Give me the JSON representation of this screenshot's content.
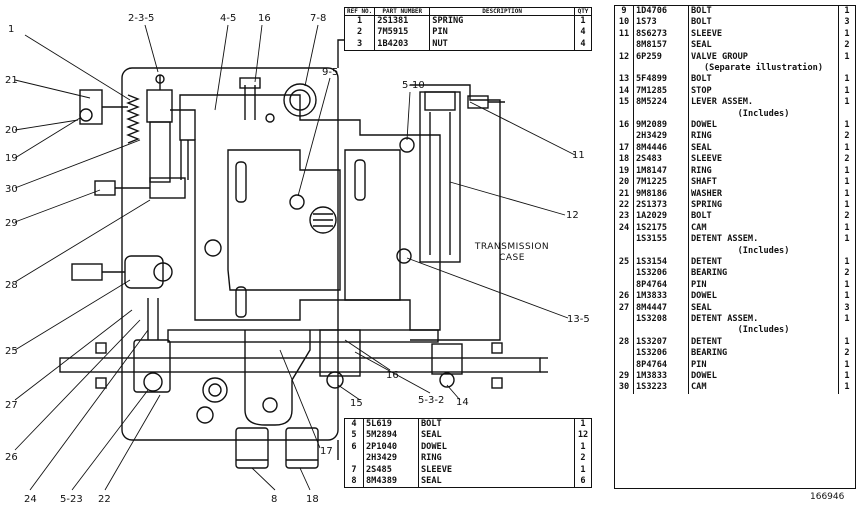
{
  "callouts": [
    {
      "id": "c1",
      "text": "1"
    },
    {
      "id": "c2",
      "text": "2-3-5"
    },
    {
      "id": "c3",
      "text": "4-5"
    },
    {
      "id": "c4",
      "text": "16"
    },
    {
      "id": "c5",
      "text": "7-8"
    },
    {
      "id": "c6",
      "text": "9-5"
    },
    {
      "id": "c7",
      "text": "5-10"
    },
    {
      "id": "c8",
      "text": "11"
    },
    {
      "id": "c9",
      "text": "12"
    },
    {
      "id": "c10",
      "text": "13-5"
    },
    {
      "id": "c11",
      "text": "14"
    },
    {
      "id": "c12",
      "text": "5-3-2"
    },
    {
      "id": "c13",
      "text": "15"
    },
    {
      "id": "c14",
      "text": "16"
    },
    {
      "id": "c15",
      "text": "17"
    },
    {
      "id": "c16",
      "text": "18"
    },
    {
      "id": "c17",
      "text": "8"
    },
    {
      "id": "c18",
      "text": "22"
    },
    {
      "id": "c19",
      "text": "5-23"
    },
    {
      "id": "c20",
      "text": "24"
    },
    {
      "id": "c21",
      "text": "26"
    },
    {
      "id": "c22",
      "text": "27"
    },
    {
      "id": "c23",
      "text": "25"
    },
    {
      "id": "c24",
      "text": "28"
    },
    {
      "id": "c25",
      "text": "29"
    },
    {
      "id": "c26",
      "text": "30"
    },
    {
      "id": "c27",
      "text": "19"
    },
    {
      "id": "c28",
      "text": "20"
    },
    {
      "id": "c29",
      "text": "21"
    }
  ],
  "case_label": {
    "line1": "TRANSMISSION",
    "line2": "CASE"
  },
  "table_top": {
    "headers": {
      "ref": "REF NO.",
      "part": "PART NUMBER",
      "desc": "DESCRIPTION",
      "qty": "QTY"
    },
    "rows": [
      {
        "ref": "1",
        "pn": "2S1381",
        "desc": "SPRING",
        "qty": "1"
      },
      {
        "ref": "2",
        "pn": "7M5915",
        "desc": "PIN",
        "qty": "4"
      },
      {
        "ref": "3",
        "pn": "1B4203",
        "desc": "NUT",
        "qty": "4"
      }
    ]
  },
  "table_bottom": {
    "rows": [
      {
        "ref": "4",
        "pn": "5L619",
        "desc": "BOLT",
        "qty": "1"
      },
      {
        "ref": "5",
        "pn": "5M2894",
        "desc": "SEAL",
        "qty": "12"
      },
      {
        "ref": "6",
        "pn": "2P1040",
        "desc": "DOWEL",
        "qty": "1"
      },
      {
        "ref": "",
        "pn": "2H3429",
        "desc": "RING",
        "qty": "2"
      },
      {
        "ref": "7",
        "pn": "2S485",
        "desc": "SLEEVE",
        "qty": "1"
      },
      {
        "ref": "8",
        "pn": "8M4389",
        "desc": "SEAL",
        "qty": "6"
      }
    ]
  },
  "table_right": {
    "rows": [
      {
        "ref": "9",
        "pn": "1D4706",
        "desc": "BOLT",
        "qty": "1"
      },
      {
        "ref": "10",
        "pn": "1S73",
        "desc": "BOLT",
        "qty": "3"
      },
      {
        "ref": "11",
        "pn": "8S6273",
        "desc": "SLEEVE",
        "qty": "1"
      },
      {
        "ref": "",
        "pn": "8M8157",
        "desc": "SEAL",
        "qty": "2"
      },
      {
        "ref": "12",
        "pn": "6P259",
        "desc": "VALVE GROUP",
        "qty": "1"
      },
      {
        "ref": "",
        "pn": "",
        "desc": "(Separate illustration)",
        "qty": "",
        "sub": true
      },
      {
        "ref": "13",
        "pn": "5F4899",
        "desc": "BOLT",
        "qty": "1"
      },
      {
        "ref": "14",
        "pn": "7M1285",
        "desc": "STOP",
        "qty": "1"
      },
      {
        "ref": "15",
        "pn": "8M5224",
        "desc": "LEVER ASSEM.",
        "qty": "1"
      },
      {
        "ref": "",
        "pn": "",
        "desc": "(Includes)",
        "qty": "",
        "sub": true
      },
      {
        "ref": "16",
        "pn": "9M2089",
        "desc": "DOWEL",
        "qty": "1"
      },
      {
        "ref": "",
        "pn": "2H3429",
        "desc": "RING",
        "qty": "2"
      },
      {
        "ref": "17",
        "pn": "8M4446",
        "desc": "SEAL",
        "qty": "1"
      },
      {
        "ref": "18",
        "pn": "2S483",
        "desc": "SLEEVE",
        "qty": "2"
      },
      {
        "ref": "19",
        "pn": "1M8147",
        "desc": "RING",
        "qty": "1"
      },
      {
        "ref": "20",
        "pn": "7M1225",
        "desc": "SHAFT",
        "qty": "1"
      },
      {
        "ref": "21",
        "pn": "9M8186",
        "desc": "WASHER",
        "qty": "1"
      },
      {
        "ref": "22",
        "pn": "2S1373",
        "desc": "SPRING",
        "qty": "1"
      },
      {
        "ref": "23",
        "pn": "1A2029",
        "desc": "BOLT",
        "qty": "2"
      },
      {
        "ref": "24",
        "pn": "1S2175",
        "desc": "CAM",
        "qty": "1"
      },
      {
        "ref": "",
        "pn": "1S3155",
        "desc": "DETENT ASSEM.",
        "qty": "1"
      },
      {
        "ref": "",
        "pn": "",
        "desc": "(Includes)",
        "qty": "",
        "sub": true
      },
      {
        "ref": "25",
        "pn": "1S3154",
        "desc": "DETENT",
        "qty": "1"
      },
      {
        "ref": "",
        "pn": "1S3206",
        "desc": "BEARING",
        "qty": "2"
      },
      {
        "ref": "",
        "pn": "8P4764",
        "desc": "PIN",
        "qty": "1"
      },
      {
        "ref": "26",
        "pn": "1M3833",
        "desc": "DOWEL",
        "qty": "1"
      },
      {
        "ref": "27",
        "pn": "8M4447",
        "desc": "SEAL",
        "qty": "3"
      },
      {
        "ref": "",
        "pn": "1S3208",
        "desc": "DETENT ASSEM.",
        "qty": "1"
      },
      {
        "ref": "",
        "pn": "",
        "desc": "(Includes)",
        "qty": "",
        "sub": true
      },
      {
        "ref": "28",
        "pn": "1S3207",
        "desc": "DETENT",
        "qty": "1"
      },
      {
        "ref": "",
        "pn": "1S3206",
        "desc": "BEARING",
        "qty": "2"
      },
      {
        "ref": "",
        "pn": "8P4764",
        "desc": "PIN",
        "qty": "1"
      },
      {
        "ref": "29",
        "pn": "1M3833",
        "desc": "DOWEL",
        "qty": "1"
      },
      {
        "ref": "30",
        "pn": "1S3223",
        "desc": "CAM",
        "qty": "1"
      }
    ]
  },
  "figure_number": "166946"
}
